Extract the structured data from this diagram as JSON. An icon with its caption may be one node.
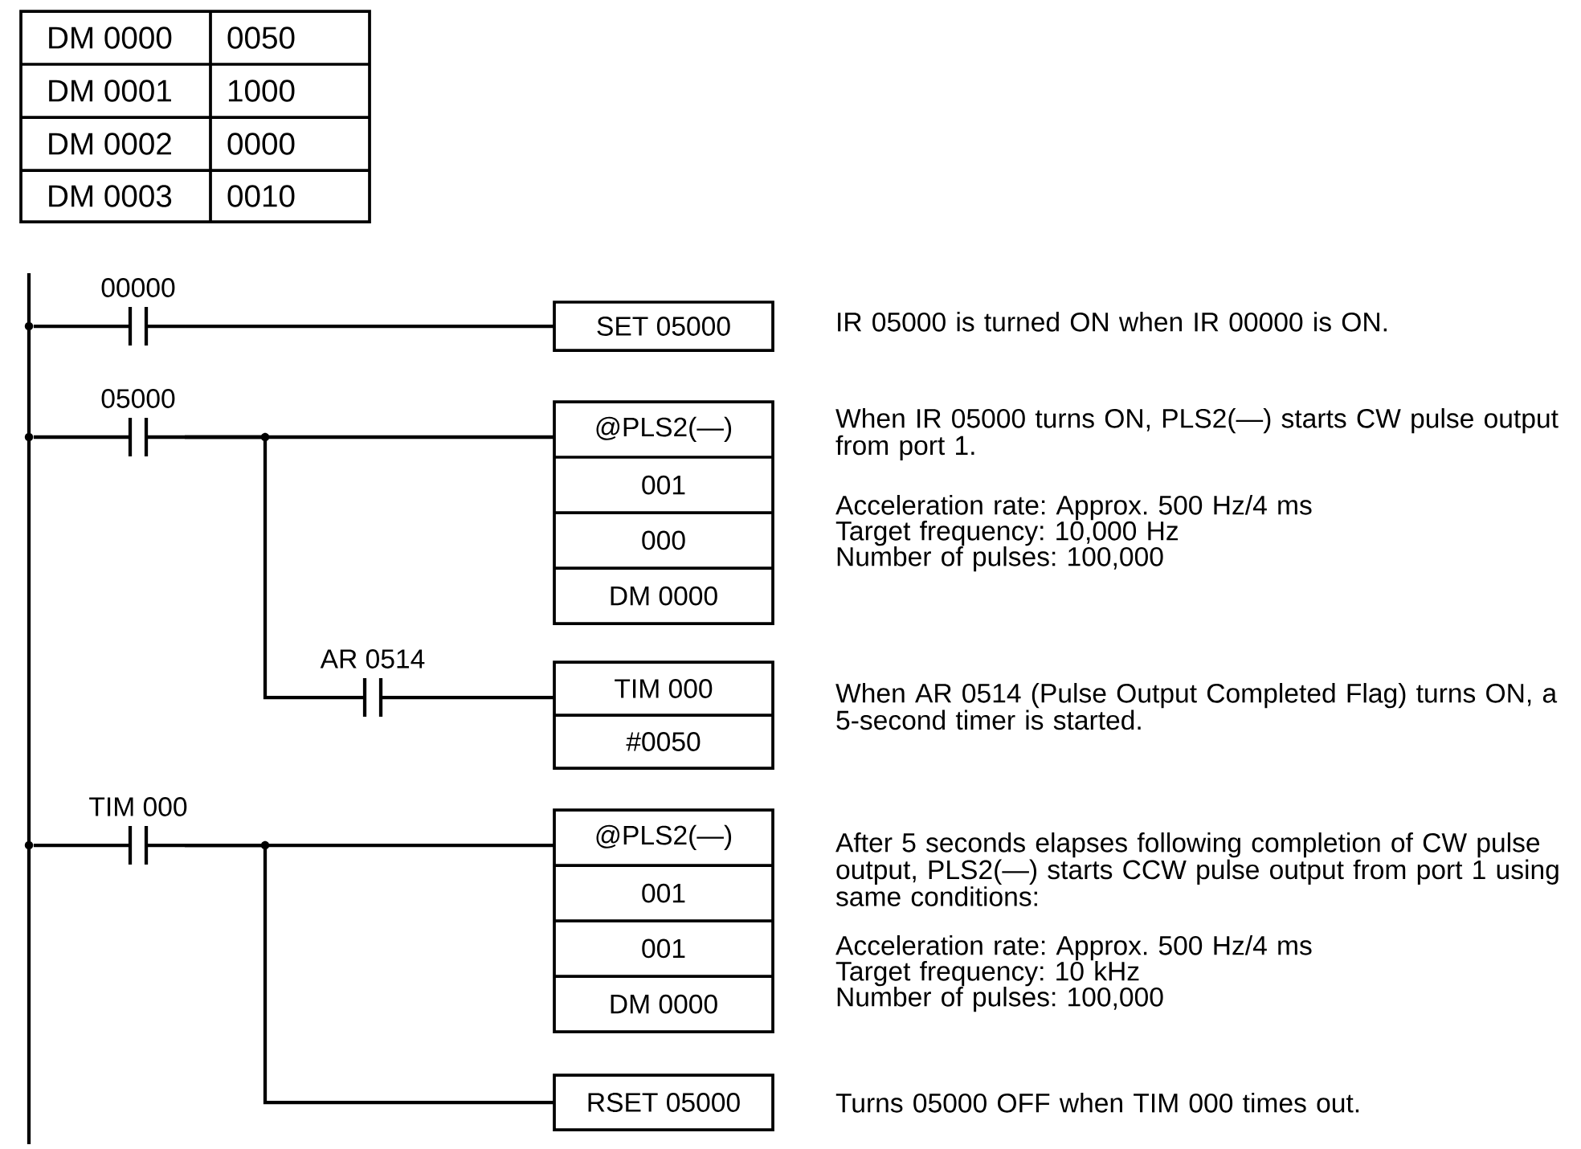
{
  "diagram": {
    "nodes": [
      {
        "text": [],
        "shape": "bar"
      },
      {
        "text": [
          "00000"
        ]
      },
      {
        "text": [
          "SET 05000"
        ],
        "beside": [
          "IR 05000 is turned ON when IR 00000 is ON."
        ]
      },
      {
        "text": [
          "05000"
        ]
      },
      {
        "text": [
          "@PLS2(—)",
          "001",
          "000",
          "DM 0000"
        ],
        "beside": [
          "When IR 05000 turns ON, PLS2(—) starts CW pulse output from port 1.",
          "Acceleration rate: Approx. 500 Hz/4 ms",
          "Target frequency: 10,000 Hz",
          "Number of pulses: 100,000"
        ]
      },
      {
        "text": [
          "AR 0514"
        ]
      },
      {
        "text": [
          "TIM 000",
          "#0050"
        ],
        "beside": [
          "When AR 0514 (Pulse Output Completed Flag) turns ON, a 5-second timer is started."
        ]
      },
      {
        "text": [
          "TIM 000"
        ]
      },
      {
        "text": [
          "@PLS2(—)",
          "001",
          "001",
          "DM 0000"
        ],
        "beside": [
          "After 5 seconds elapses following completion of CW pulse output, PLS2(—) starts CCW pulse output from port 1 using same conditions:",
          "Acceleration rate: Approx. 500 Hz/4 ms",
          "Target frequency: 10 kHz",
          "Number of pulses: 100,000"
        ]
      },
      {
        "text": [
          "RSET 05000"
        ],
        "beside": [
          "Turns 05000 OFF when TIM 000 times out."
        ]
      }
    ],
    "edges": [
      {
        "from": 0,
        "to": 1,
        "arrow": "none"
      },
      {
        "from": 1,
        "to": 2,
        "arrow": "none"
      },
      {
        "from": 0,
        "to": 3,
        "arrow": "none"
      },
      {
        "from": 3,
        "to": 4,
        "arrow": "none"
      },
      {
        "from": 3,
        "to": 5,
        "arrow": "none"
      },
      {
        "from": 5,
        "to": 6,
        "arrow": "none"
      },
      {
        "from": 0,
        "to": 7,
        "arrow": "none"
      },
      {
        "from": 7,
        "to": 8,
        "arrow": "none"
      },
      {
        "from": 7,
        "to": 9,
        "arrow": "none"
      }
    ],
    "labels": [
      "DM 0000",
      "0050",
      "DM 0001",
      "1000",
      "DM 0002",
      "0000",
      "DM 0003",
      "0010"
    ]
  }
}
